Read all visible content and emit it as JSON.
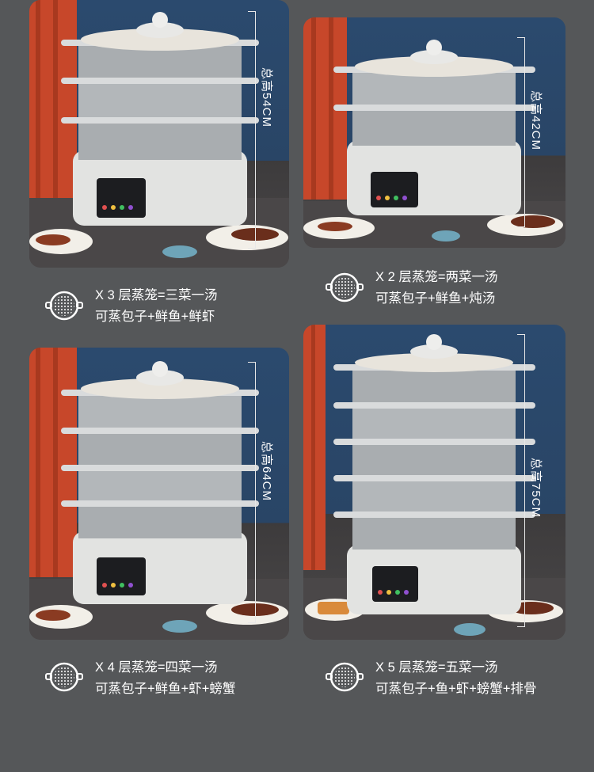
{
  "panels": [
    {
      "layers": 3,
      "height_label": "总高54CM",
      "caption_line1": "X 3 层蒸笼=三菜一汤",
      "caption_line2": "可蒸包子+鲜鱼+鲜虾"
    },
    {
      "layers": 2,
      "height_label": "总高42CM",
      "caption_line1": "X 2 层蒸笼=两菜一汤",
      "caption_line2": "可蒸包子+鲜鱼+炖汤"
    },
    {
      "layers": 4,
      "height_label": "总高64CM",
      "caption_line1": "X 4 层蒸笼=四菜一汤",
      "caption_line2": "可蒸包子+鲜鱼+虾+螃蟹"
    },
    {
      "layers": 5,
      "height_label": "总高75CM",
      "caption_line1": "X 5 层蒸笼=五菜一汤",
      "caption_line2": "可蒸包子+鱼+虾+螃蟹+排骨"
    }
  ],
  "icons": {
    "steamer_tray": "steamer-tray-icon"
  },
  "colors": {
    "background": "#555759",
    "curtain": "#c7472a",
    "wall": "#2b4a6e",
    "steel": "#a9adb0",
    "base": "#e2e3e1"
  }
}
